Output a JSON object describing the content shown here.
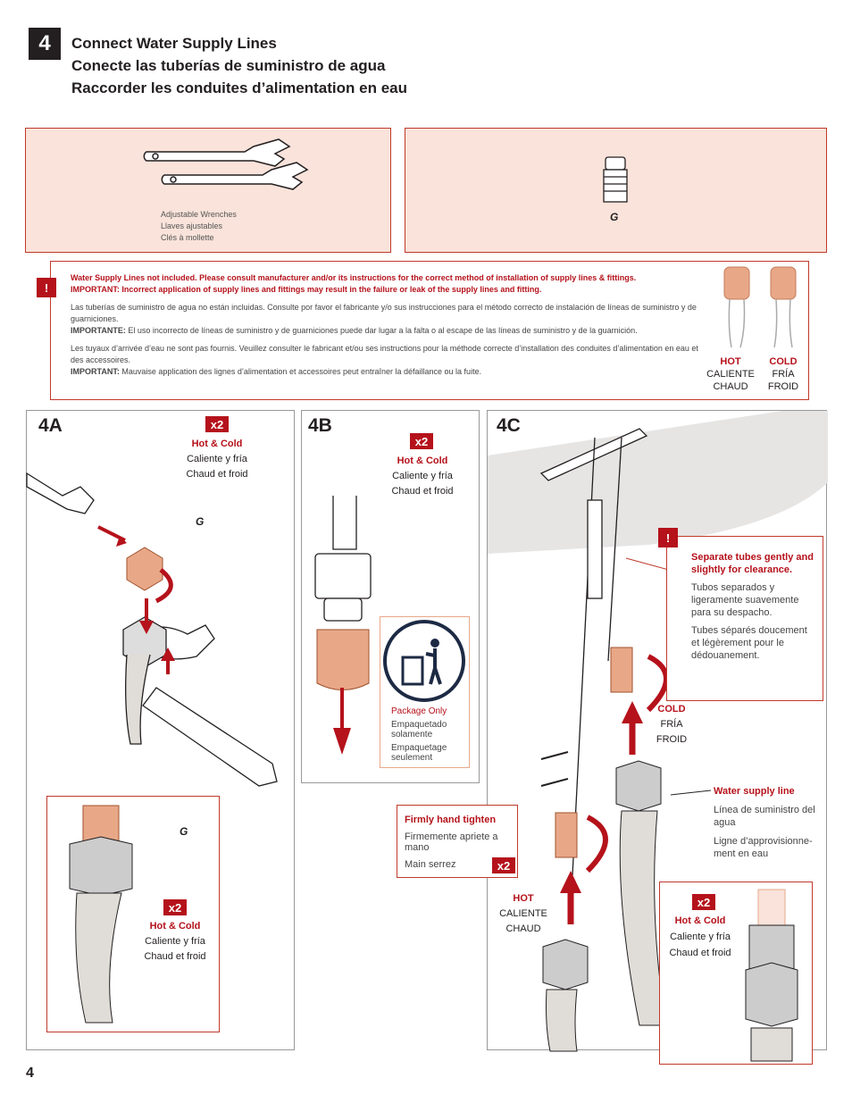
{
  "step": {
    "number": "4",
    "titles": [
      "Connect Water Supply Lines",
      "Conecte las tuberías de suministro de agua",
      "Raccorder les conduites d’alimentation en eau"
    ]
  },
  "tools": {
    "labels": [
      "Adjustable Wrenches",
      "Llaves ajustables",
      "Clés à mollette"
    ]
  },
  "parts": {
    "g_label": "G"
  },
  "warning": {
    "icon": "!",
    "en_bold": "Water Supply Lines not included.  Please consult manufacturer and/or its instructions for the correct method of installation of supply lines & fittings.",
    "en_important": "IMPORTANT:  Incorrect application of supply lines and fittings may result in the failure or leak of the supply lines and fitting.",
    "es_text": "Las tuberías de suministro de agua no están incluidas. Consulte por favor el fabricante y/o sus instrucciones para el método correcto de instalación de líneas de suministro y de guarniciones.",
    "es_important_label": "IMPORTANTE:",
    "es_important": "  El uso incorrecto de líneas de suministro y de guarniciones puede dar lugar a la falta o al escape de las líneas de suministro y de la guarnición.",
    "fr_text": "Les tuyaux d’arrivée d’eau ne sont pas fournis. Veuillez consulter le fabricant et/ou ses instructions pour la méthode correcte d’installation des conduites d’alimentation en eau et des accessoires.",
    "fr_important_label": "IMPORTANT:",
    "fr_important": " Mauvaise application des lignes d’alimentation et accessoires peut entraîner la défaillance ou la fuite.",
    "hot": [
      "HOT",
      "CALIENTE",
      "CHAUD"
    ],
    "cold": [
      "COLD",
      "FRÍA",
      "FROID"
    ]
  },
  "step4a": {
    "label": "4A",
    "qty": "x2",
    "hot_cold": [
      "Hot & Cold",
      "Caliente y fría",
      "Chaud et froid"
    ],
    "g": "G",
    "detail": {
      "g": "G",
      "qty": "x2",
      "hot_cold": [
        "Hot & Cold",
        "Caliente y fría",
        "Chaud et froid"
      ]
    }
  },
  "step4b": {
    "label": "4B",
    "qty": "x2",
    "hot_cold": [
      "Hot & Cold",
      "Caliente y fría",
      "Chaud et froid"
    ],
    "package": [
      "Package Only",
      "Empaquetado solamente",
      "Empaquetage seulement"
    ],
    "trash_icon": "trash-can-icon"
  },
  "step4c": {
    "label": "4C",
    "separate": {
      "icon": "!",
      "bold": "Separate tubes gently and slightly for clearance.",
      "es": "Tubos separados y ligeramente suavemente para su despacho.",
      "fr": "Tubes séparés doucement et légèrement pour le dédouanement."
    },
    "cold": [
      "COLD",
      "FRÍA",
      "FROID"
    ],
    "hot": [
      "HOT",
      "CALIENTE",
      "CHAUD"
    ],
    "supply": [
      "Water supply line",
      "Línea de suministro del agua",
      "Ligne d’approvisionne-ment en eau"
    ],
    "tighten": {
      "title": "Firmly hand tighten",
      "es": "Firmemente apriete a mano",
      "fr": "Main serrez",
      "qty": "x2"
    },
    "detail": {
      "qty": "x2",
      "hot_cold": [
        "Hot & Cold",
        "Caliente y fría",
        "Chaud et froid"
      ]
    }
  },
  "page_number": "4",
  "colors": {
    "accent": "#b5121b",
    "panel_bg": "#f9e3da",
    "copper": "#e8a888"
  }
}
